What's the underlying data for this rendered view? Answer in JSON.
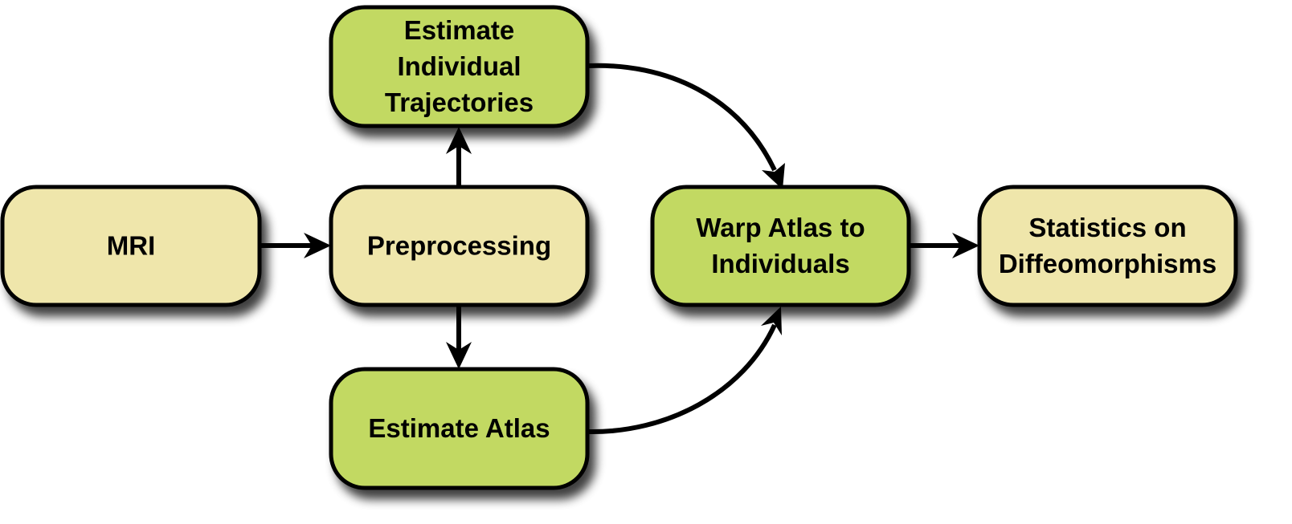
{
  "colors": {
    "input_fill": "#efe6ab",
    "process_fill": "#c2d962",
    "stroke": "#000000"
  },
  "nodes": {
    "mri": {
      "lines": [
        "MRI"
      ],
      "kind": "input"
    },
    "preprocessing": {
      "lines": [
        "Preprocessing"
      ],
      "kind": "input"
    },
    "trajectories": {
      "lines": [
        "Estimate",
        "Individual",
        "Trajectories"
      ],
      "kind": "process"
    },
    "atlas": {
      "lines": [
        "Estimate Atlas"
      ],
      "kind": "process"
    },
    "warp": {
      "lines": [
        "Warp Atlas to",
        "Individuals"
      ],
      "kind": "process"
    },
    "statistics": {
      "lines": [
        "Statistics on",
        "Diffeomorphisms"
      ],
      "kind": "input"
    }
  },
  "edges": [
    {
      "from": "mri",
      "to": "preprocessing"
    },
    {
      "from": "preprocessing",
      "to": "trajectories"
    },
    {
      "from": "preprocessing",
      "to": "atlas"
    },
    {
      "from": "trajectories",
      "to": "warp"
    },
    {
      "from": "atlas",
      "to": "warp"
    },
    {
      "from": "warp",
      "to": "statistics"
    }
  ]
}
